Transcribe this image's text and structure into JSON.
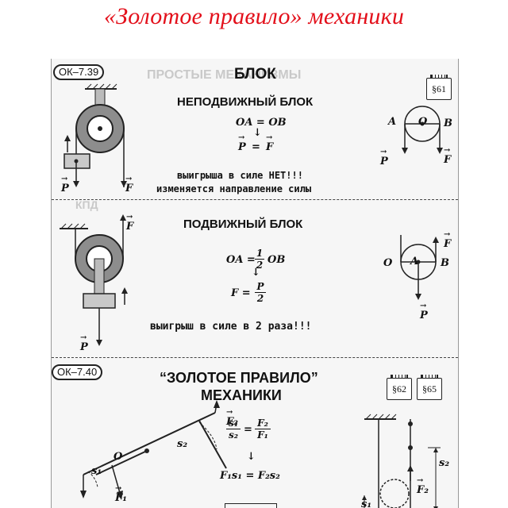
{
  "page_title": "«Золотое правило» механики",
  "section1": {
    "code": "ОК–7.39",
    "badge": "§61",
    "heading": "БЛОК",
    "fixed": {
      "heading": "НЕПОДВИЖНЫЙ БЛОК",
      "eq1": "OA = OB",
      "eq2_lhs": "P",
      "eq2_rhs": "F",
      "note1": "выигрыша в силе НЕТ!!!",
      "note2": "изменяется направление силы",
      "pt_a": "A",
      "pt_o": "O",
      "pt_b": "B",
      "force_p": "P",
      "force_f": "F"
    },
    "movable": {
      "heading": "ПОДВИЖНЫЙ БЛОК",
      "eq1_lhs": "OA =",
      "eq1_num": "1",
      "eq1_den": "2",
      "eq1_rhs": "OB",
      "eq2_lhs": "F =",
      "eq2_num": "P",
      "eq2_den": "2",
      "note": "выигрыш в силе в 2 раза!!!",
      "pt_o": "O",
      "pt_a": "A",
      "pt_b": "B",
      "force_p": "P",
      "force_f": "F"
    }
  },
  "section2": {
    "code": "ОК–7.40",
    "heading_l1": "“ЗОЛОТОЕ ПРАВИЛО”",
    "heading_l2": "МЕХАНИКИ",
    "badge1": "§62",
    "badge2": "§65",
    "ratio_s1": "s₁",
    "ratio_s2": "s₂",
    "ratio_f2": "F₂",
    "ratio_f1": "F₁",
    "product": "F₁s₁ = F₂s₂",
    "lever_f2": "F₂",
    "lever_f1": "F₁",
    "lever_o": "O",
    "lever_s1": "s₁",
    "lever_s2": "s₂",
    "pulley_s1": "s₁",
    "pulley_s2": "s₂",
    "pulley_f2": "F₂"
  },
  "ghost_text": {
    "g1": "ПРОСТЫЕ МЕХАНИЗМЫ",
    "g2": "КПД"
  }
}
